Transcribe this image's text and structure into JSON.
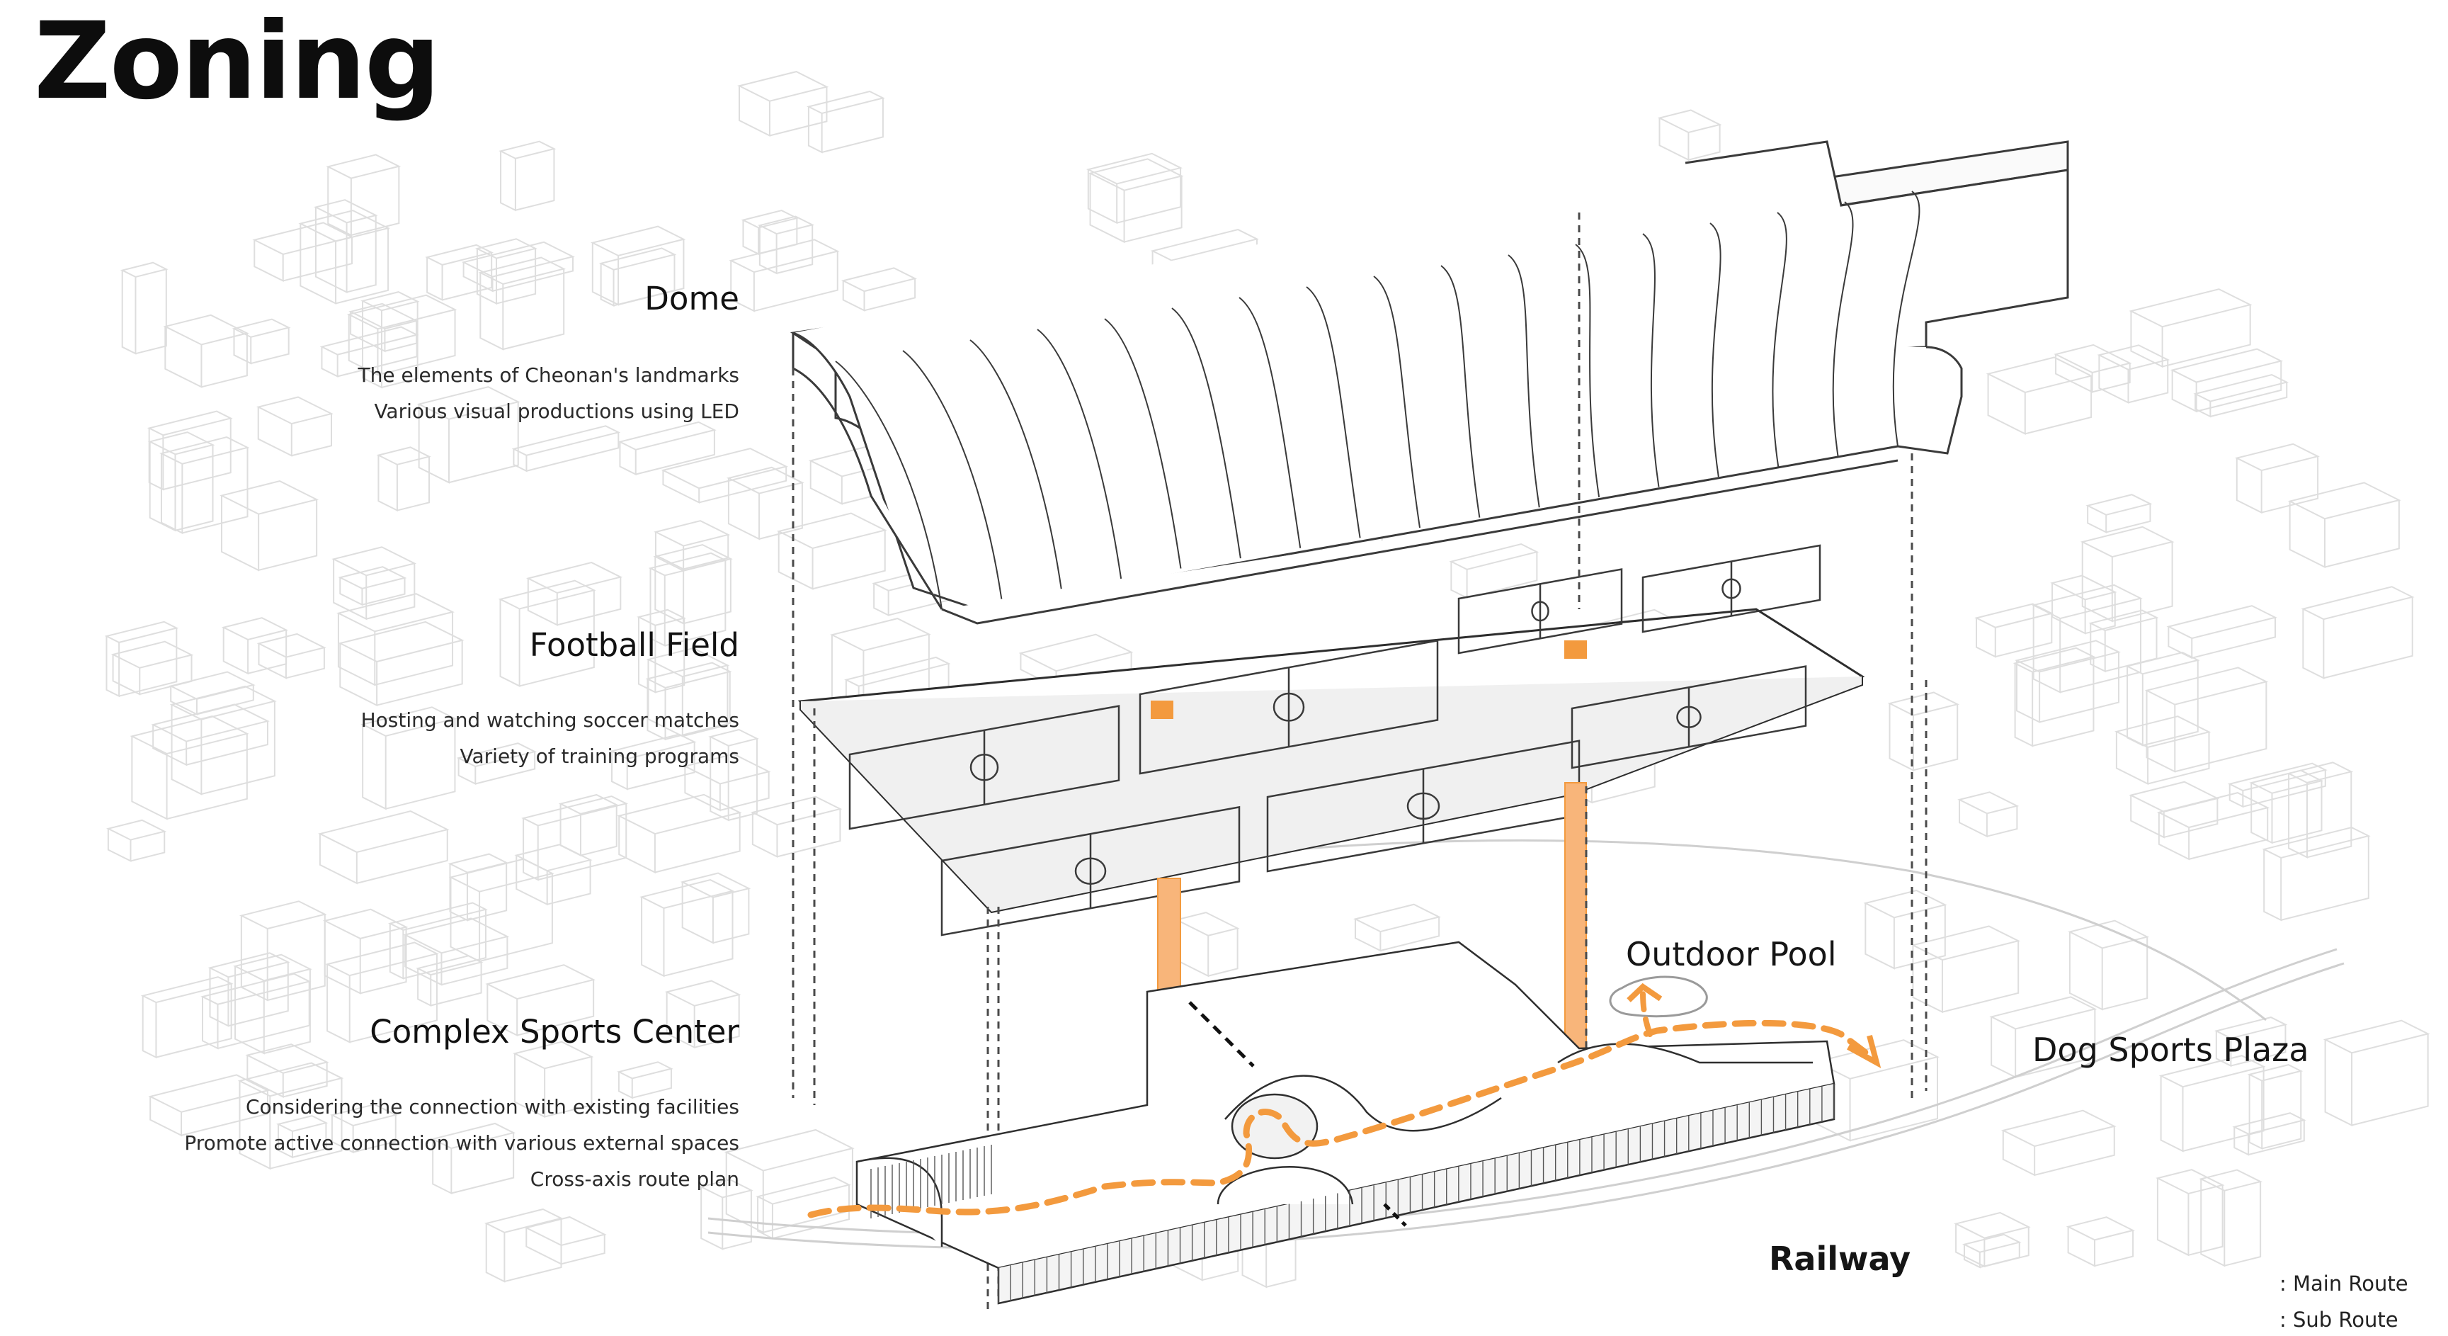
{
  "title": "Zoning",
  "zones": [
    {
      "name": "Dome",
      "lines": [
        "The elements of Cheonan's landmarks",
        "Various visual productions using LED"
      ]
    },
    {
      "name": "Football Field",
      "lines": [
        "Hosting and watching soccer matches",
        "Variety of training programs"
      ]
    },
    {
      "name": "Complex Sports Center",
      "lines": [
        "Considering the connection with existing facilities",
        "Promote active connection with various external spaces",
        "Cross-axis route plan"
      ]
    }
  ],
  "site_labels": {
    "outdoor_pool": "Outdoor Pool",
    "dog_sports_plaza": "Dog Sports Plaza",
    "railway": "Railway"
  },
  "legend": {
    "main_route": ": Main Route",
    "sub_route": ": Sub Route"
  },
  "colors": {
    "main_route": "#F39A3E",
    "sub_route": "#111111",
    "linework": "#3a3a3a",
    "context": "#d9d9d9"
  }
}
